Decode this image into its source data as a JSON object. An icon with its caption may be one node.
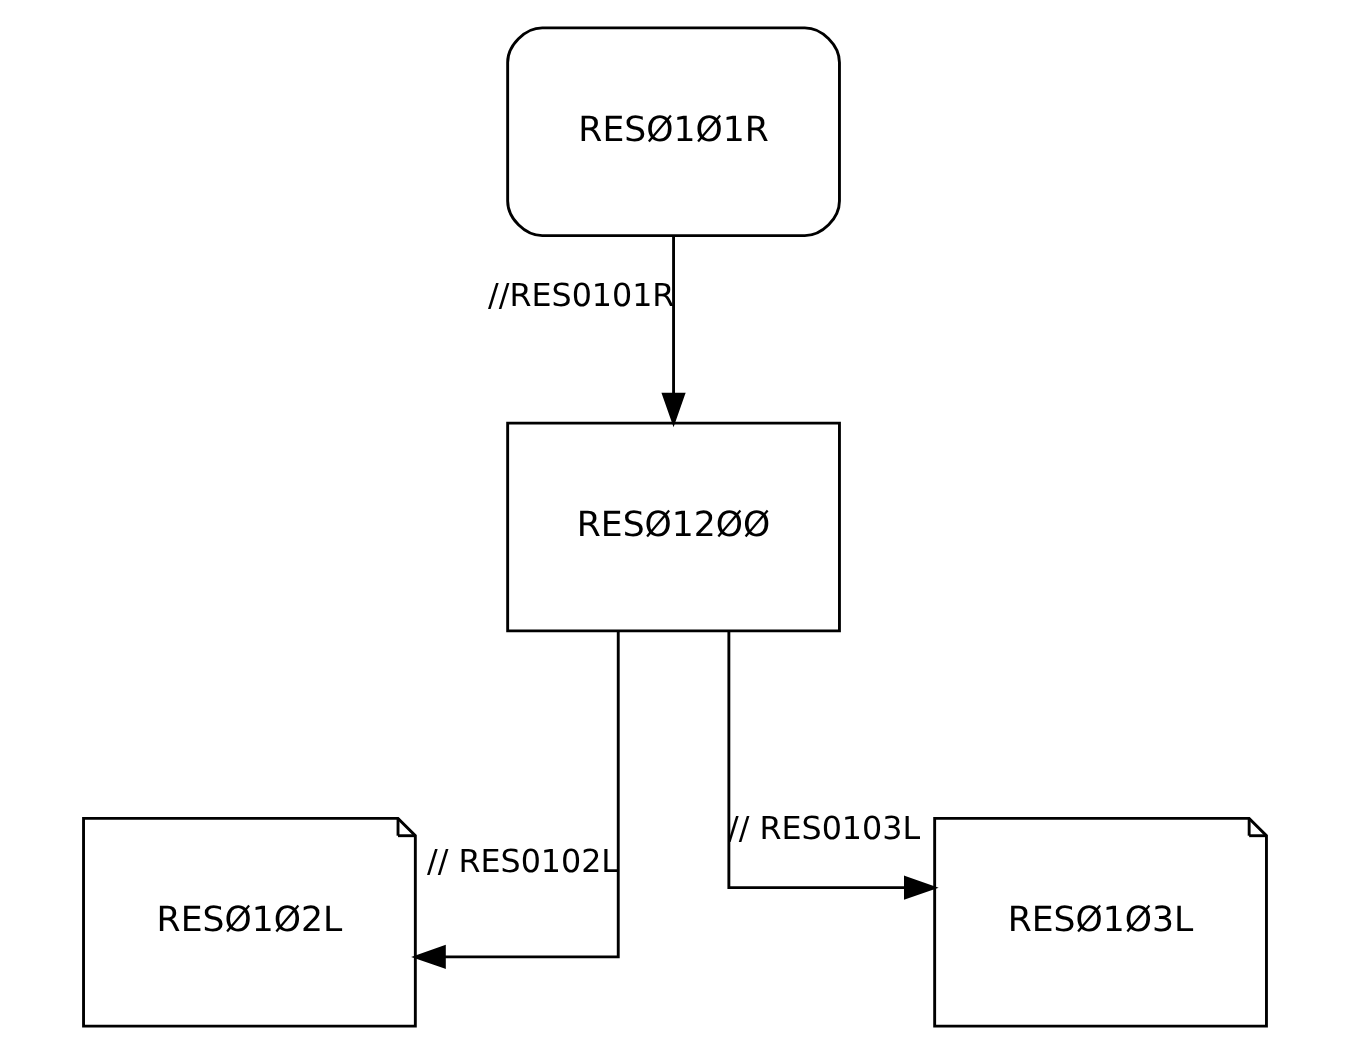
{
  "diagram": {
    "nodes": [
      {
        "text": [
          "RESØ1Ø1R"
        ]
      },
      {
        "text": [
          "RESØ12ØØ"
        ]
      },
      {
        "text": [
          "RESØ1Ø2L"
        ]
      },
      {
        "text": [
          "RESØ1Ø3L"
        ]
      }
    ],
    "edges": [
      {
        "from": 0,
        "to": 1,
        "arrow": "to",
        "label": "//RES0101R"
      },
      {
        "from": 1,
        "to": 2,
        "arrow": "to",
        "label": "// RES0102L"
      },
      {
        "from": 1,
        "to": 3,
        "arrow": "to",
        "label": "// RES0103L"
      }
    ]
  }
}
